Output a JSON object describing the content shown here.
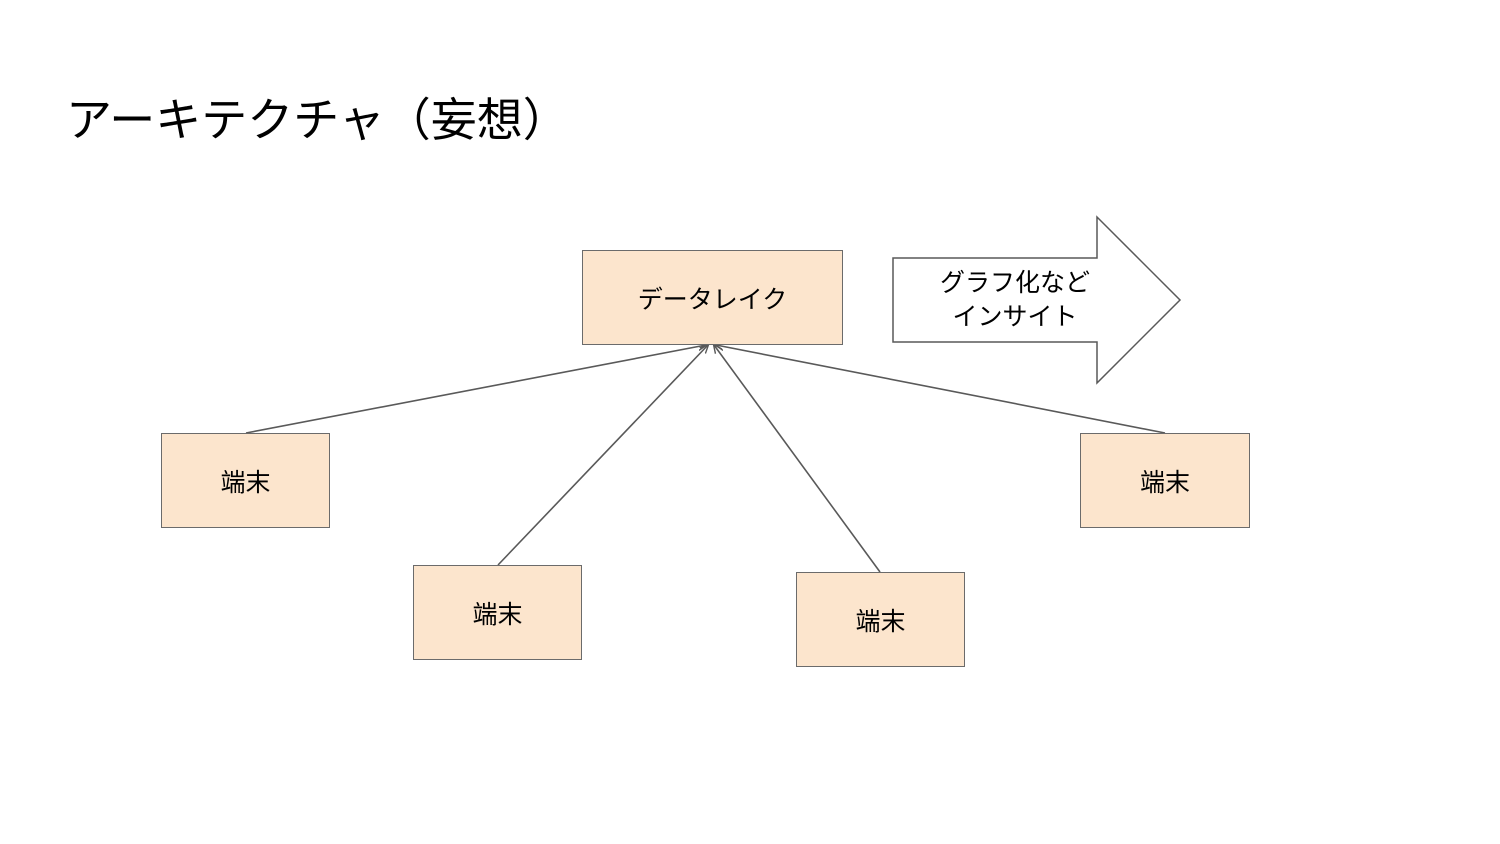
{
  "title": "アーキテクチャ（妄想）",
  "colors": {
    "box_fill": "#fce5cd",
    "box_border": "#6b6b6b",
    "arrow_fill": "#ffffff",
    "line": "#595959"
  },
  "nodes": {
    "datalake": {
      "label": "データレイク"
    },
    "terminal_1": {
      "label": "端末"
    },
    "terminal_2": {
      "label": "端末"
    },
    "terminal_3": {
      "label": "端末"
    },
    "terminal_4": {
      "label": "端末"
    }
  },
  "output_arrow": {
    "line1": "グラフ化など",
    "line2": "インサイト"
  },
  "edges": [
    {
      "from": "terminal_1",
      "to": "datalake"
    },
    {
      "from": "terminal_2",
      "to": "datalake"
    },
    {
      "from": "terminal_3",
      "to": "datalake"
    },
    {
      "from": "terminal_4",
      "to": "datalake"
    }
  ]
}
